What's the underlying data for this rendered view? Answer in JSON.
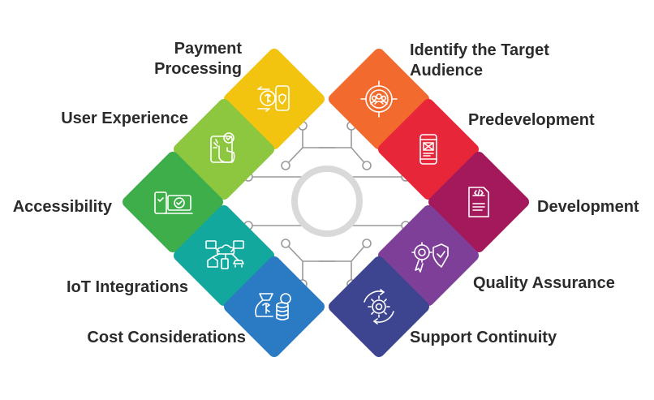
{
  "left_items": [
    {
      "id": "payment-processing",
      "lines": [
        "Payment",
        "Processing"
      ],
      "color": "#F2C30F",
      "icon": "payment-phone-icon"
    },
    {
      "id": "user-experience",
      "lines": [
        "User Experience"
      ],
      "color": "#8DC63F",
      "icon": "touch-tablet-icon"
    },
    {
      "id": "accessibility",
      "lines": [
        "Accessibility"
      ],
      "color": "#3DAE49",
      "icon": "devices-check-icon"
    },
    {
      "id": "iot-integrations",
      "lines": [
        "IoT Integrations"
      ],
      "color": "#13A89E",
      "icon": "iot-network-icon"
    },
    {
      "id": "cost-considerations",
      "lines": [
        "Cost Considerations"
      ],
      "color": "#2B7BC4",
      "icon": "money-bag-icon"
    }
  ],
  "right_items": [
    {
      "id": "identify-target-audience",
      "lines": [
        "Identify the Target",
        "Audience"
      ],
      "color": "#F26A2E",
      "icon": "target-audience-icon"
    },
    {
      "id": "predevelopment",
      "lines": [
        "Predevelopment"
      ],
      "color": "#E8263A",
      "icon": "mobile-wireframe-icon"
    },
    {
      "id": "development",
      "lines": [
        "Development"
      ],
      "color": "#A3195B",
      "icon": "code-document-icon"
    },
    {
      "id": "quality-assurance",
      "lines": [
        "Quality Assurance"
      ],
      "color": "#7E3F98",
      "icon": "quality-gear-shield-icon"
    },
    {
      "id": "support-continuity",
      "lines": [
        "Support Continuity"
      ],
      "color": "#3D4590",
      "icon": "support-cycle-gear-icon"
    }
  ],
  "colors": {
    "connector": "#9a9a9a",
    "ring": "#d9d9d9",
    "node_fill": "#ffffff",
    "label_text": "#2b2b2b"
  }
}
